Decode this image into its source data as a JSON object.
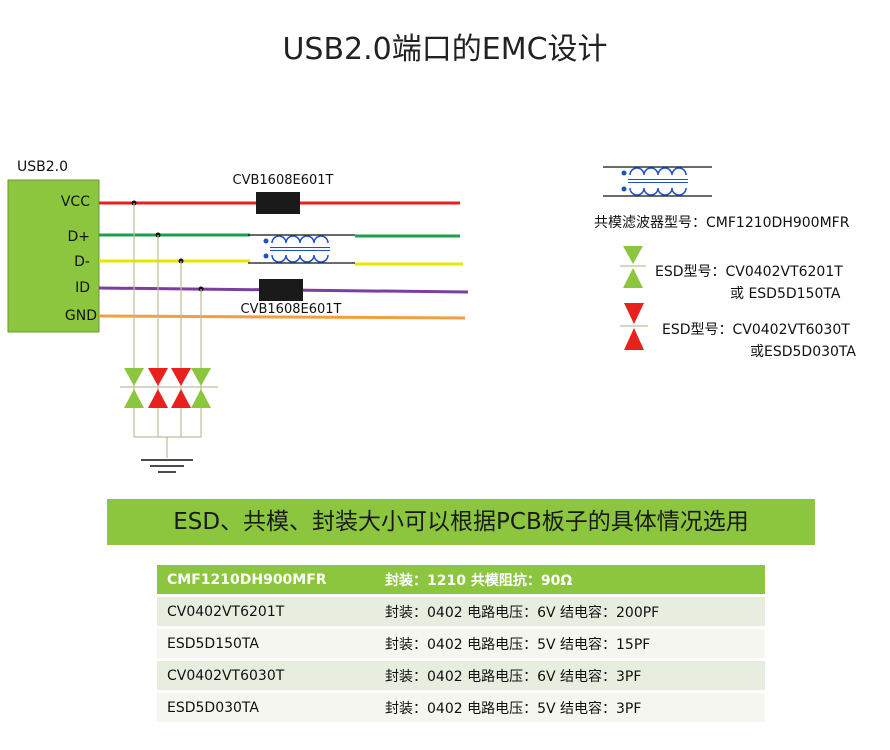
{
  "page": {
    "title": "USB2.0端口的EMC设计",
    "banner": "ESD、共模、封装大小可以根据PCB板子的具体情况选用"
  },
  "connector": {
    "label": "USB2.0",
    "pins": [
      "VCC",
      "D+",
      "D-",
      "ID",
      "GND"
    ]
  },
  "circuit": {
    "bead_top": "CVB1608E601T",
    "bead_bottom": "CVB1608E601T"
  },
  "legend": {
    "cmf": "共模滤波器型号：CMF1210DH900MFR",
    "esd_green_line1": "ESD型号：CV0402VT6201T",
    "esd_green_line2": "或 ESD5D150TA",
    "esd_red_line1": "ESD型号：CV0402VT6030T",
    "esd_red_line2": "或ESD5D030TA"
  },
  "table": {
    "header": [
      "CMF1210DH900MFR",
      "封装：1210 共模阻抗：90Ω"
    ],
    "rows": [
      [
        "CV0402VT6201T",
        "封装：0402 电路电压：6V 结电容：200PF"
      ],
      [
        "ESD5D150TA",
        "封装：0402 电路电压：5V 结电容：15PF"
      ],
      [
        "CV0402VT6030T",
        "封装：0402 电路电压：6V 结电容：3PF"
      ],
      [
        "ESD5D030TA",
        "封装：0402 电路电压：5V 结电容：3PF"
      ]
    ]
  },
  "colors": {
    "vcc": "#e8201e",
    "d_plus": "#1aa24a",
    "d_minus": "#e6e600",
    "id": "#7b3fa0",
    "gnd": "#f0a040",
    "green_fill": "#8cc63f",
    "esd_green": "#8cc63f",
    "esd_red": "#e8201e"
  }
}
